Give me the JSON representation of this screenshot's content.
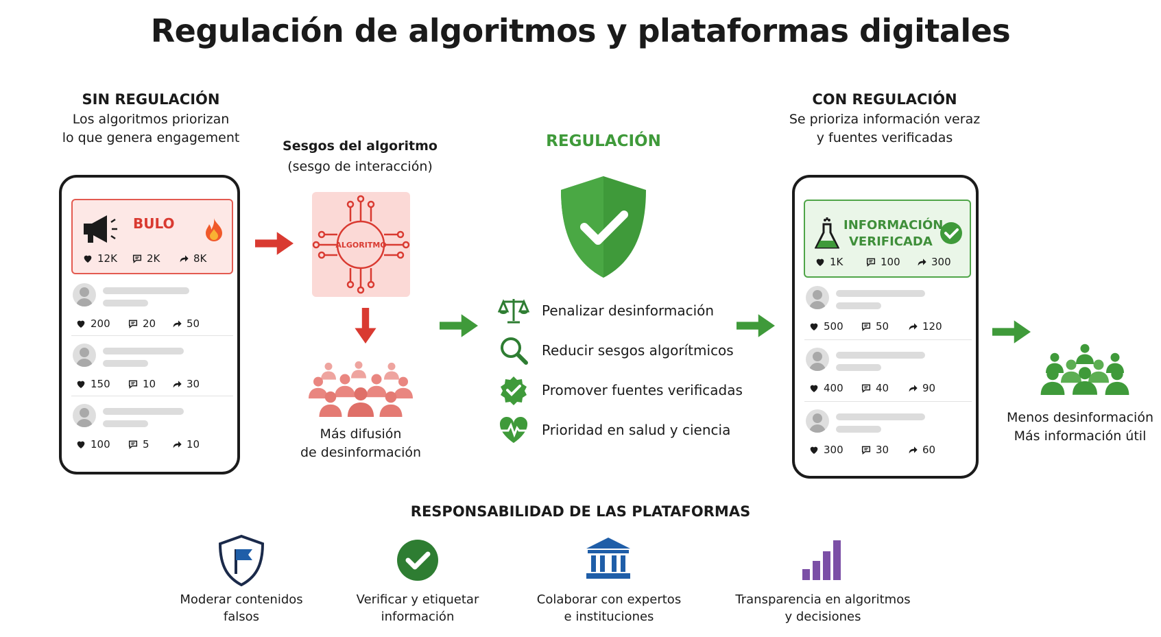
{
  "title": "Regulación de algoritmos y plataformas digitales",
  "left": {
    "heading": "SIN REGULACIÓN",
    "desc_line1": "Los algoritmos priorizan",
    "desc_line2": "lo que genera engagement",
    "hero": {
      "label": "BULO",
      "likes": "12K",
      "comments": "2K",
      "shares": "8K",
      "color": "#d93a31"
    },
    "posts": [
      {
        "likes": "200",
        "comments": "20",
        "shares": "50"
      },
      {
        "likes": "150",
        "comments": "10",
        "shares": "30"
      },
      {
        "likes": "100",
        "comments": "5",
        "shares": "10"
      }
    ]
  },
  "bias": {
    "heading_line1": "Sesgos del algoritmo",
    "heading_line2": "(sesgo de interacción)",
    "chip_label": "ALGORITMO",
    "result_line1": "Más difusión",
    "result_line2": "de desinformación"
  },
  "regulation": {
    "heading": "REGULACIÓN",
    "items": [
      {
        "label": "Penalizar desinformación",
        "icon": "scales-icon"
      },
      {
        "label": "Reducir sesgos algorítmicos",
        "icon": "magnifier-icon"
      },
      {
        "label": "Promover fuentes verificadas",
        "icon": "verified-badge-icon"
      },
      {
        "label": "Prioridad en salud y ciencia",
        "icon": "heart-pulse-icon"
      }
    ]
  },
  "right": {
    "heading": "CON REGULACIÓN",
    "desc_line1": "Se prioriza información veraz",
    "desc_line2": "y fuentes verificadas",
    "hero": {
      "label_line1": "INFORMACIÓN",
      "label_line2": "VERIFICADA",
      "likes": "1K",
      "comments": "100",
      "shares": "300",
      "color": "#3f8f3a"
    },
    "posts": [
      {
        "likes": "500",
        "comments": "50",
        "shares": "120"
      },
      {
        "likes": "400",
        "comments": "40",
        "shares": "90"
      },
      {
        "likes": "300",
        "comments": "30",
        "shares": "60"
      }
    ]
  },
  "outcome": {
    "line1": "Menos desinformación",
    "line2": "Más información útil"
  },
  "responsibility": {
    "heading": "RESPONSABILIDAD DE LAS PLATAFORMAS",
    "items": [
      {
        "line1": "Moderar contenidos",
        "line2": "falsos",
        "icon": "shield-flag-icon"
      },
      {
        "line1": "Verificar y etiquetar",
        "line2": "información",
        "icon": "check-circle-icon"
      },
      {
        "line1": "Colaborar con expertos",
        "line2": "e instituciones",
        "icon": "institution-icon"
      },
      {
        "line1": "Transparencia en algoritmos",
        "line2": "y decisiones",
        "icon": "bar-chart-icon"
      }
    ]
  },
  "colors": {
    "red": "#d93a31",
    "green": "#3f9a3a",
    "dark_green": "#2e7d32",
    "blue": "#1f5ea8",
    "purple": "#7b4fa6"
  }
}
